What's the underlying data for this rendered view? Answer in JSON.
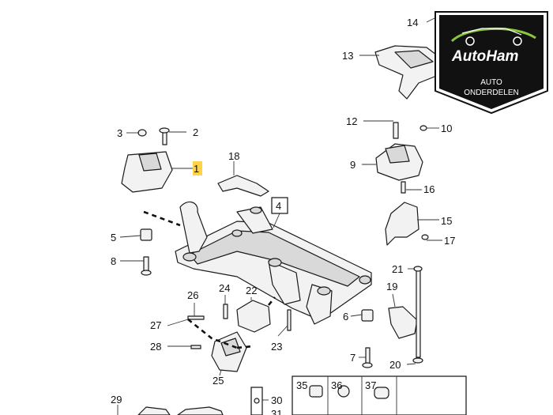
{
  "logo": {
    "brand": "AutoHam",
    "line1": "AUTO",
    "line2": "ONDERDELEN",
    "accent": "#8cc63f",
    "badge_bg": "#111111"
  },
  "highlight_color": "#ffd24a",
  "callouts": {
    "c1": "1",
    "c2": "2",
    "c3": "3",
    "c4": "4",
    "c5": "5",
    "c6": "6",
    "c7": "7",
    "c8": "8",
    "c9": "9",
    "c10": "10",
    "c12": "12",
    "c13": "13",
    "c14": "14",
    "c15": "15",
    "c16": "16",
    "c17": "17",
    "c18": "18",
    "c19": "19",
    "c20": "20",
    "c21": "21",
    "c22": "22",
    "c23": "23",
    "c24": "24",
    "c25": "25",
    "c26": "26",
    "c27": "27",
    "c28": "28",
    "c29": "29",
    "c30": "30",
    "c31": "31",
    "c35": "35",
    "c36": "36",
    "c37": "37"
  }
}
